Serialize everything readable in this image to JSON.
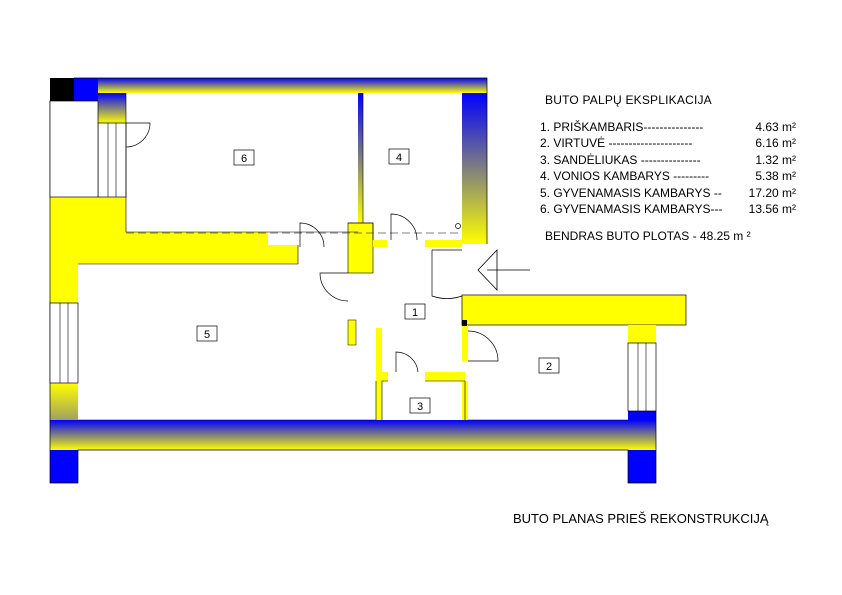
{
  "legend": {
    "title": "BUTO PALPŲ EKSPLIKACIJA",
    "rooms": [
      {
        "label": "1. PRIŠKAMBARIS---------------",
        "area": "4.63 m²"
      },
      {
        "label": "2. VIRTUVĖ ---------------------",
        "area": "6.16 m²"
      },
      {
        "label": "3. SANDĖLIUKAS ---------------",
        "area": "1.32 m²"
      },
      {
        "label": "4. VONIOS KAMBARYS ---------",
        "area": "5.38 m²"
      },
      {
        "label": "5. GYVENAMASIS KAMBARYS --",
        "area": "17.20 m²"
      },
      {
        "label": "6. GYVENAMASIS KAMBARYS---",
        "area": "13.56 m²"
      }
    ],
    "total": "BENDRAS BUTO PLOTAS - 48.25 m ²"
  },
  "plan_title": "BUTO PLANAS PRIEŠ REKONSTRUKCIJĄ",
  "room_numbers": {
    "r1": "1",
    "r2": "2",
    "r3": "3",
    "r4": "4",
    "r5": "5",
    "r6": "6"
  },
  "colors": {
    "wall_blue": "#0000ff",
    "wall_yellow": "#ffff00",
    "window_black": "#000000"
  }
}
